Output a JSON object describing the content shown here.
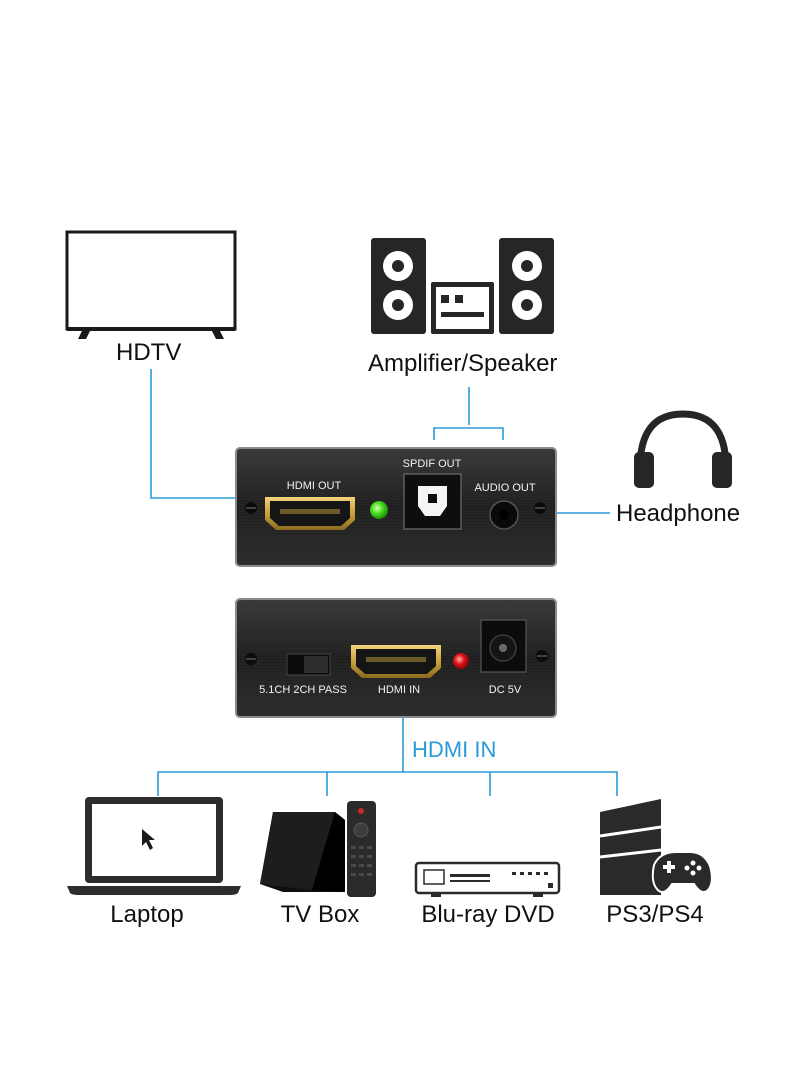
{
  "labels": {
    "hdtv": "HDTV",
    "amplifier": "Amplifier/Speaker",
    "headphone": "Headphone",
    "hdmi_in_link": "HDMI IN"
  },
  "front_panel": {
    "hdmi_out": "HDMI OUT",
    "spdif_out": "SPDIF OUT",
    "audio_out": "AUDIO OUT",
    "led_color": "#49e021"
  },
  "back_panel": {
    "switch_label": "5.1CH 2CH PASS",
    "hdmi_in": "HDMI IN",
    "dc": "DC 5V",
    "led_color": "#e0141b"
  },
  "sources": [
    {
      "label": "Laptop",
      "icon": "laptop-icon"
    },
    {
      "label": "TV Box",
      "icon": "tv-box-icon"
    },
    {
      "label": "Blu-ray DVD",
      "icon": "bluray-player-icon"
    },
    {
      "label": "PS3/PS4",
      "icon": "game-console-icon"
    }
  ],
  "colors": {
    "link_line": "#2a9bd8",
    "device_body": "#232323",
    "gold_port": "#c9a13b"
  }
}
